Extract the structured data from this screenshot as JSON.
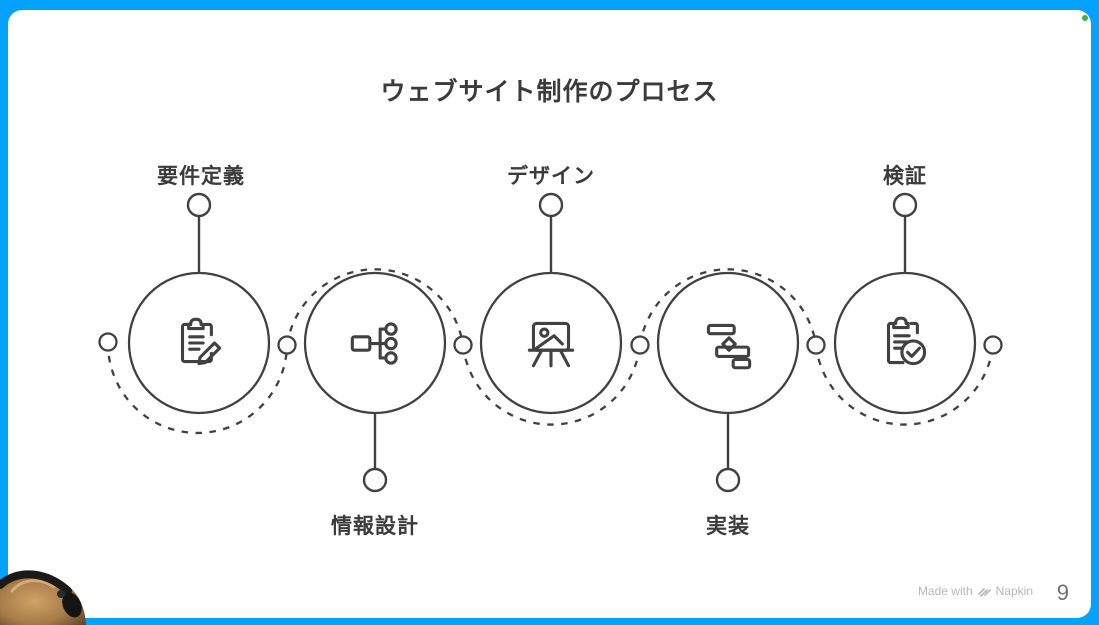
{
  "title": "ウェブサイト制作のプロセス",
  "steps": [
    {
      "label": "要件定義",
      "icon": "clipboard-pencil-icon",
      "label_position": "top"
    },
    {
      "label": "情報設計",
      "icon": "sitemap-icon",
      "label_position": "bottom"
    },
    {
      "label": "デザイン",
      "icon": "easel-picture-icon",
      "label_position": "top"
    },
    {
      "label": "実装",
      "icon": "gantt-chart-icon",
      "label_position": "bottom"
    },
    {
      "label": "検証",
      "icon": "clipboard-check-icon",
      "label_position": "top"
    }
  ],
  "footer": {
    "made_with_label": "Made with",
    "brand_name": "Napkin",
    "page_number": "9"
  },
  "colors": {
    "background_blue": "#05a2fb",
    "slide_white": "#ffffff",
    "diagram_stroke": "#414141",
    "label_text": "#3b3b3b",
    "footer_text": "#b7b7b7",
    "page_number_text": "#6f6f6f",
    "status_dot_green": "#3cb24a"
  }
}
